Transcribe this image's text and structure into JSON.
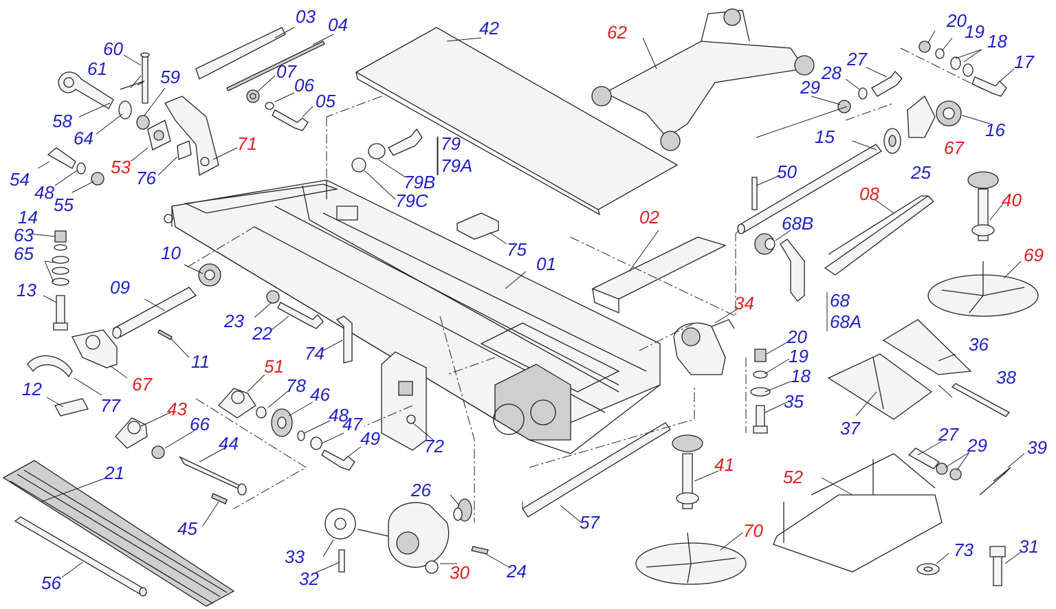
{
  "diagram": {
    "colors": {
      "standard_label": "#1f1fc8",
      "highlight_label": "#e02020",
      "line": "#222222"
    },
    "labels": {
      "l01": {
        "text": "01",
        "color": "blue"
      },
      "l02": {
        "text": "02",
        "color": "red"
      },
      "l03": {
        "text": "03",
        "color": "blue"
      },
      "l04": {
        "text": "04",
        "color": "blue"
      },
      "l05": {
        "text": "05",
        "color": "blue"
      },
      "l06": {
        "text": "06",
        "color": "blue"
      },
      "l07": {
        "text": "07",
        "color": "blue"
      },
      "l08": {
        "text": "08",
        "color": "red"
      },
      "l09": {
        "text": "09",
        "color": "blue"
      },
      "l10": {
        "text": "10",
        "color": "blue"
      },
      "l11": {
        "text": "11",
        "color": "blue"
      },
      "l12": {
        "text": "12",
        "color": "blue"
      },
      "l13": {
        "text": "13",
        "color": "blue"
      },
      "l14": {
        "text": "14",
        "color": "blue"
      },
      "l15": {
        "text": "15",
        "color": "blue"
      },
      "l16": {
        "text": "16",
        "color": "blue"
      },
      "l17": {
        "text": "17",
        "color": "blue"
      },
      "l18a": {
        "text": "18",
        "color": "blue"
      },
      "l18b": {
        "text": "18",
        "color": "blue"
      },
      "l19a": {
        "text": "19",
        "color": "blue"
      },
      "l19b": {
        "text": "19",
        "color": "blue"
      },
      "l20a": {
        "text": "20",
        "color": "blue"
      },
      "l20b": {
        "text": "20",
        "color": "blue"
      },
      "l21": {
        "text": "21",
        "color": "blue"
      },
      "l22": {
        "text": "22",
        "color": "blue"
      },
      "l23": {
        "text": "23",
        "color": "blue"
      },
      "l24": {
        "text": "24",
        "color": "blue"
      },
      "l25": {
        "text": "25",
        "color": "blue"
      },
      "l26": {
        "text": "26",
        "color": "blue"
      },
      "l27a": {
        "text": "27",
        "color": "blue"
      },
      "l27b": {
        "text": "27",
        "color": "blue"
      },
      "l28": {
        "text": "28",
        "color": "blue"
      },
      "l29a": {
        "text": "29",
        "color": "blue"
      },
      "l29b": {
        "text": "29",
        "color": "blue"
      },
      "l30": {
        "text": "30",
        "color": "red"
      },
      "l31": {
        "text": "31",
        "color": "blue"
      },
      "l32": {
        "text": "32",
        "color": "blue"
      },
      "l33": {
        "text": "33",
        "color": "blue"
      },
      "l34": {
        "text": "34",
        "color": "red"
      },
      "l35": {
        "text": "35",
        "color": "blue"
      },
      "l36": {
        "text": "36",
        "color": "blue"
      },
      "l37": {
        "text": "37",
        "color": "blue"
      },
      "l38": {
        "text": "38",
        "color": "blue"
      },
      "l39": {
        "text": "39",
        "color": "blue"
      },
      "l40": {
        "text": "40",
        "color": "red"
      },
      "l41": {
        "text": "41",
        "color": "red"
      },
      "l42": {
        "text": "42",
        "color": "blue"
      },
      "l43": {
        "text": "43",
        "color": "red"
      },
      "l44": {
        "text": "44",
        "color": "blue"
      },
      "l45": {
        "text": "45",
        "color": "blue"
      },
      "l46": {
        "text": "46",
        "color": "blue"
      },
      "l47": {
        "text": "47",
        "color": "blue"
      },
      "l48a": {
        "text": "48",
        "color": "blue"
      },
      "l48b": {
        "text": "48",
        "color": "blue"
      },
      "l49": {
        "text": "49",
        "color": "blue"
      },
      "l50": {
        "text": "50",
        "color": "blue"
      },
      "l51": {
        "text": "51",
        "color": "red"
      },
      "l52": {
        "text": "52",
        "color": "red"
      },
      "l53": {
        "text": "53",
        "color": "red"
      },
      "l54": {
        "text": "54",
        "color": "blue"
      },
      "l55": {
        "text": "55",
        "color": "blue"
      },
      "l56": {
        "text": "56",
        "color": "blue"
      },
      "l57": {
        "text": "57",
        "color": "blue"
      },
      "l58": {
        "text": "58",
        "color": "blue"
      },
      "l59": {
        "text": "59",
        "color": "blue"
      },
      "l60": {
        "text": "60",
        "color": "blue"
      },
      "l61": {
        "text": "61",
        "color": "blue"
      },
      "l62": {
        "text": "62",
        "color": "red"
      },
      "l63": {
        "text": "63",
        "color": "blue"
      },
      "l64": {
        "text": "64",
        "color": "blue"
      },
      "l65": {
        "text": "65",
        "color": "blue"
      },
      "l66": {
        "text": "66",
        "color": "blue"
      },
      "l67a": {
        "text": "67",
        "color": "red"
      },
      "l67b": {
        "text": "67",
        "color": "red"
      },
      "l68": {
        "text": "68",
        "color": "blue"
      },
      "l68A": {
        "text": "68A",
        "color": "blue"
      },
      "l68B": {
        "text": "68B",
        "color": "blue"
      },
      "l69": {
        "text": "69",
        "color": "red"
      },
      "l70": {
        "text": "70",
        "color": "red"
      },
      "l71": {
        "text": "71",
        "color": "red"
      },
      "l72": {
        "text": "72",
        "color": "blue"
      },
      "l73": {
        "text": "73",
        "color": "blue"
      },
      "l74": {
        "text": "74",
        "color": "blue"
      },
      "l75": {
        "text": "75",
        "color": "blue"
      },
      "l76": {
        "text": "76",
        "color": "blue"
      },
      "l77": {
        "text": "77",
        "color": "blue"
      },
      "l78": {
        "text": "78",
        "color": "blue"
      },
      "l79": {
        "text": "79",
        "color": "blue"
      },
      "l79A": {
        "text": "79A",
        "color": "blue"
      },
      "l79B": {
        "text": "79B",
        "color": "blue"
      },
      "l79C": {
        "text": "79C",
        "color": "blue"
      }
    }
  }
}
